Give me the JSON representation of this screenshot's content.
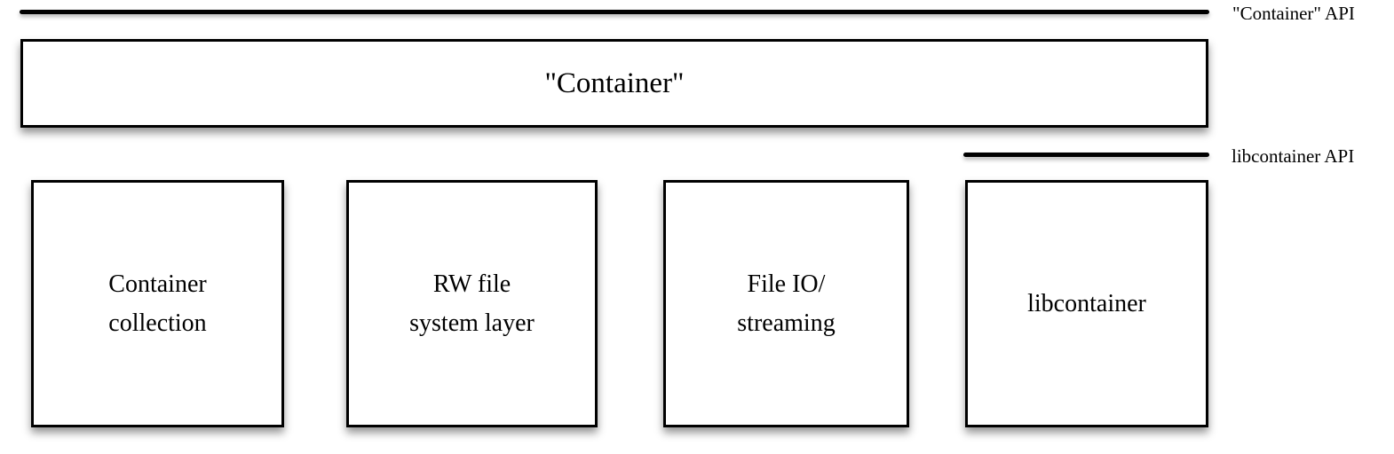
{
  "diagram": {
    "colors": {
      "background": "#ffffff",
      "line": "#000000",
      "box_border": "#000000",
      "text": "#000000"
    },
    "api_markers": [
      {
        "label": "\"Container\" API"
      },
      {
        "label": "libcontainer API"
      }
    ],
    "title_box": {
      "label": "\"Container\""
    },
    "components": [
      {
        "label": [
          "Container",
          "collection"
        ]
      },
      {
        "label": [
          "RW file",
          "system layer"
        ]
      },
      {
        "label": [
          "File IO/",
          "streaming"
        ]
      },
      {
        "label": [
          "libcontainer"
        ]
      }
    ]
  }
}
